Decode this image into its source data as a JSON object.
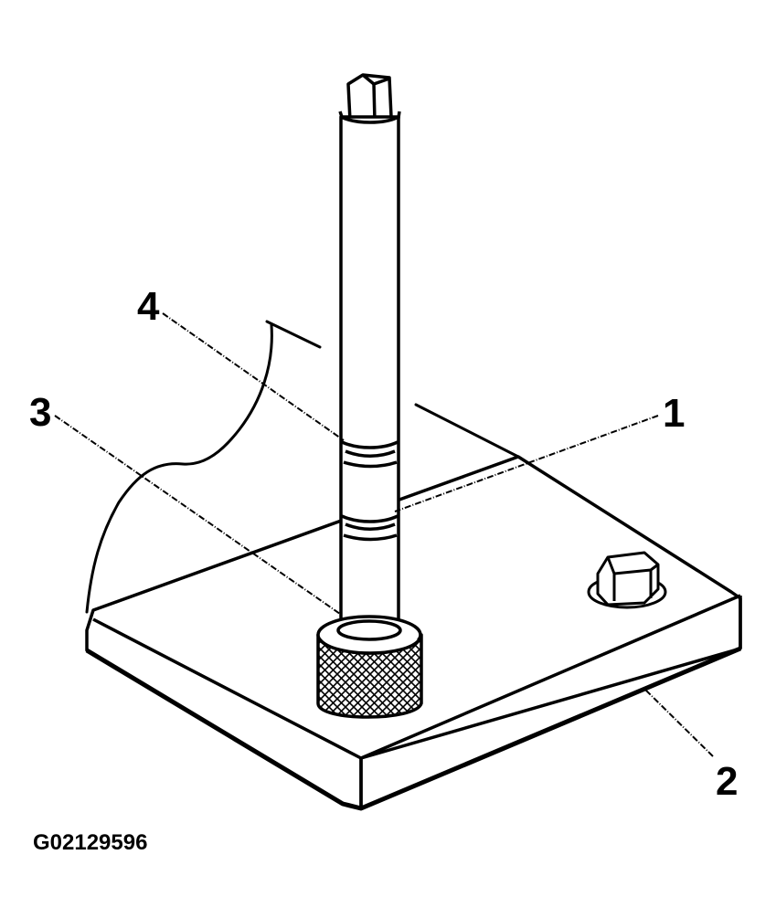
{
  "figure": {
    "id": "G02129596",
    "callouts": [
      {
        "key": "c1",
        "label": "1"
      },
      {
        "key": "c2",
        "label": "2"
      },
      {
        "key": "c3",
        "label": "3"
      },
      {
        "key": "c4",
        "label": "4"
      }
    ]
  },
  "colors": {
    "line": "#000000",
    "background": "#ffffff"
  }
}
